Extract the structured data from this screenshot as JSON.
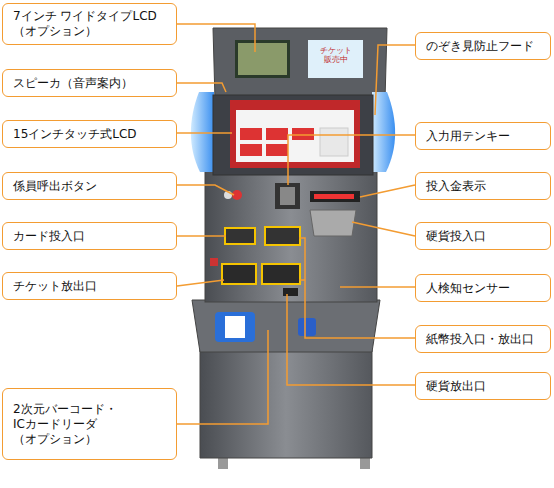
{
  "diagram": {
    "nodes": [
      {
        "text": [
          "7インチ ワイドタイプLCD （オプション）"
        ]
      },
      {
        "text": [
          "スピーカ（音声案内）"
        ]
      },
      {
        "text": [
          "15インチタッチ式LCD"
        ]
      },
      {
        "text": [
          "係員呼出ボタン"
        ]
      },
      {
        "text": [
          "カード投入口"
        ]
      },
      {
        "text": [
          "チケット放出口"
        ]
      },
      {
        "text": [
          "2次元バーコード・ ICカードリーダ （オプション）"
        ]
      },
      {
        "text": [
          "のぞき見防止フード"
        ]
      },
      {
        "text": [
          "入力用テンキー"
        ]
      },
      {
        "text": [
          "投入金表示"
        ]
      },
      {
        "text": [
          "硬貨投入口"
        ]
      },
      {
        "text": [
          "人検知センサー"
        ]
      },
      {
        "text": [
          "紙幣投入口・放出口"
        ]
      },
      {
        "text": [
          "硬貨放出口"
        ]
      }
    ],
    "labels": [
      "チケット 販売中"
    ]
  }
}
